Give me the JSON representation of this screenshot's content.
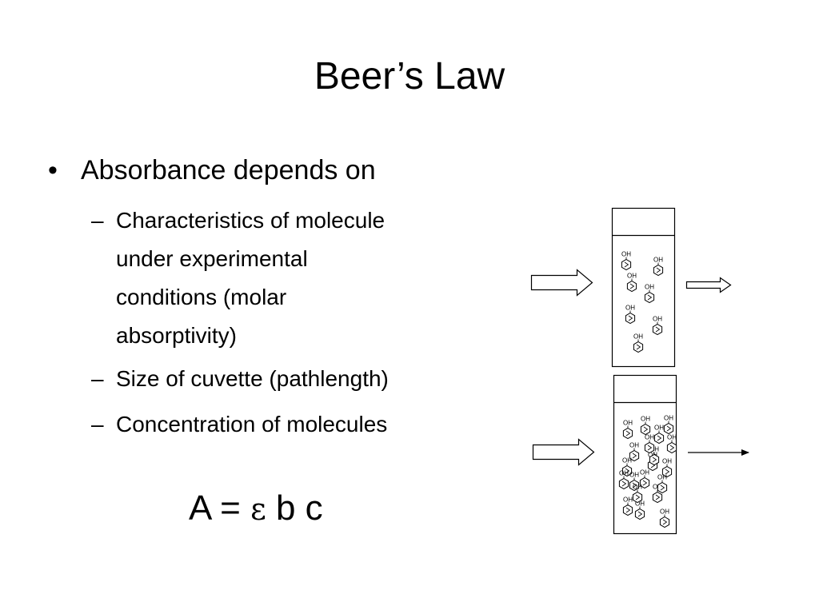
{
  "slide": {
    "title": "Beer’s Law",
    "bullet": {
      "marker": "•",
      "text": "Absorbance depends on"
    },
    "sub_marker": "–",
    "sub_items": [
      {
        "lines": [
          "Characteristics of molecule",
          "under experimental",
          "conditions (molar",
          "absorptivity)"
        ]
      },
      {
        "lines": [
          "Size of cuvette (pathlength)"
        ]
      },
      {
        "lines": [
          "Concentration of molecules"
        ]
      }
    ],
    "equation": {
      "lhs": "A = ",
      "epsilon": "ε",
      "rhs": " b c"
    }
  },
  "diagram": {
    "molecule_label": "OH",
    "dilute_sample": {
      "molecule_count": 7,
      "transmitted_intensity": "high"
    },
    "concentrated_sample": {
      "molecule_count": 20,
      "transmitted_intensity": "low"
    }
  }
}
